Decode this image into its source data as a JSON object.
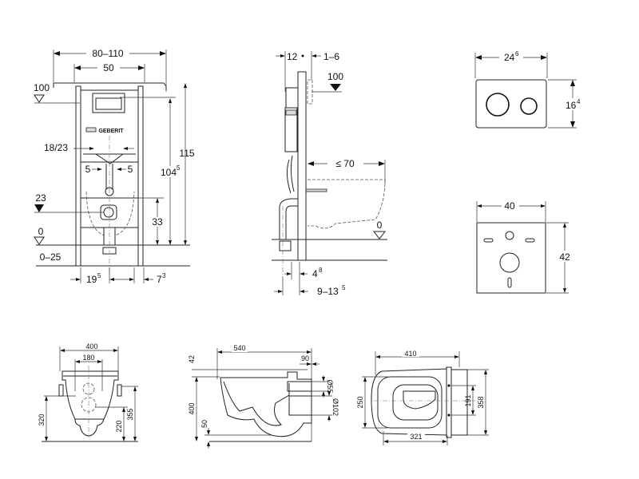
{
  "frame_front": {
    "width_range": "80–110",
    "width": "50",
    "level_top": "100",
    "pipe_width": "18/23",
    "offset_left": "5",
    "offset_right": "5",
    "height_total": "115",
    "height_mid": {
      "base": "104",
      "sup": "5"
    },
    "level_23": "23",
    "height_outlet": "33",
    "level_zero": "0",
    "floor_range": "0–25",
    "foot_left": {
      "base": "19",
      "sup": "5"
    },
    "foot_right": {
      "base": "7",
      "sup": "3"
    },
    "brand": "GEBERIT"
  },
  "frame_side": {
    "depth": "12",
    "gap": "1–6",
    "level_top": "100",
    "projection": "≤ 70",
    "level_zero": "0",
    "offset_a": {
      "base": "4",
      "sup": "8"
    },
    "offset_b": {
      "base": "9–13",
      "sup": "5"
    }
  },
  "flush_plate": {
    "width": {
      "base": "24",
      "sup": "6"
    },
    "height": {
      "base": "16",
      "sup": "4"
    }
  },
  "wall_plate": {
    "width": "40",
    "height": "42"
  },
  "wc_front": {
    "width": "400",
    "fixing_distance": "180",
    "height_320": "320",
    "height_220": "220",
    "height_355": "355"
  },
  "wc_side": {
    "length": "540",
    "rear": "90",
    "seat": "42",
    "height": "400",
    "bottom": "50",
    "dia_inlet": "Ø55",
    "dia_outlet": "Ø102"
  },
  "wc_top": {
    "length": "410",
    "bowl_width": "250",
    "fixing": "191",
    "width": "358",
    "inner": "321"
  }
}
